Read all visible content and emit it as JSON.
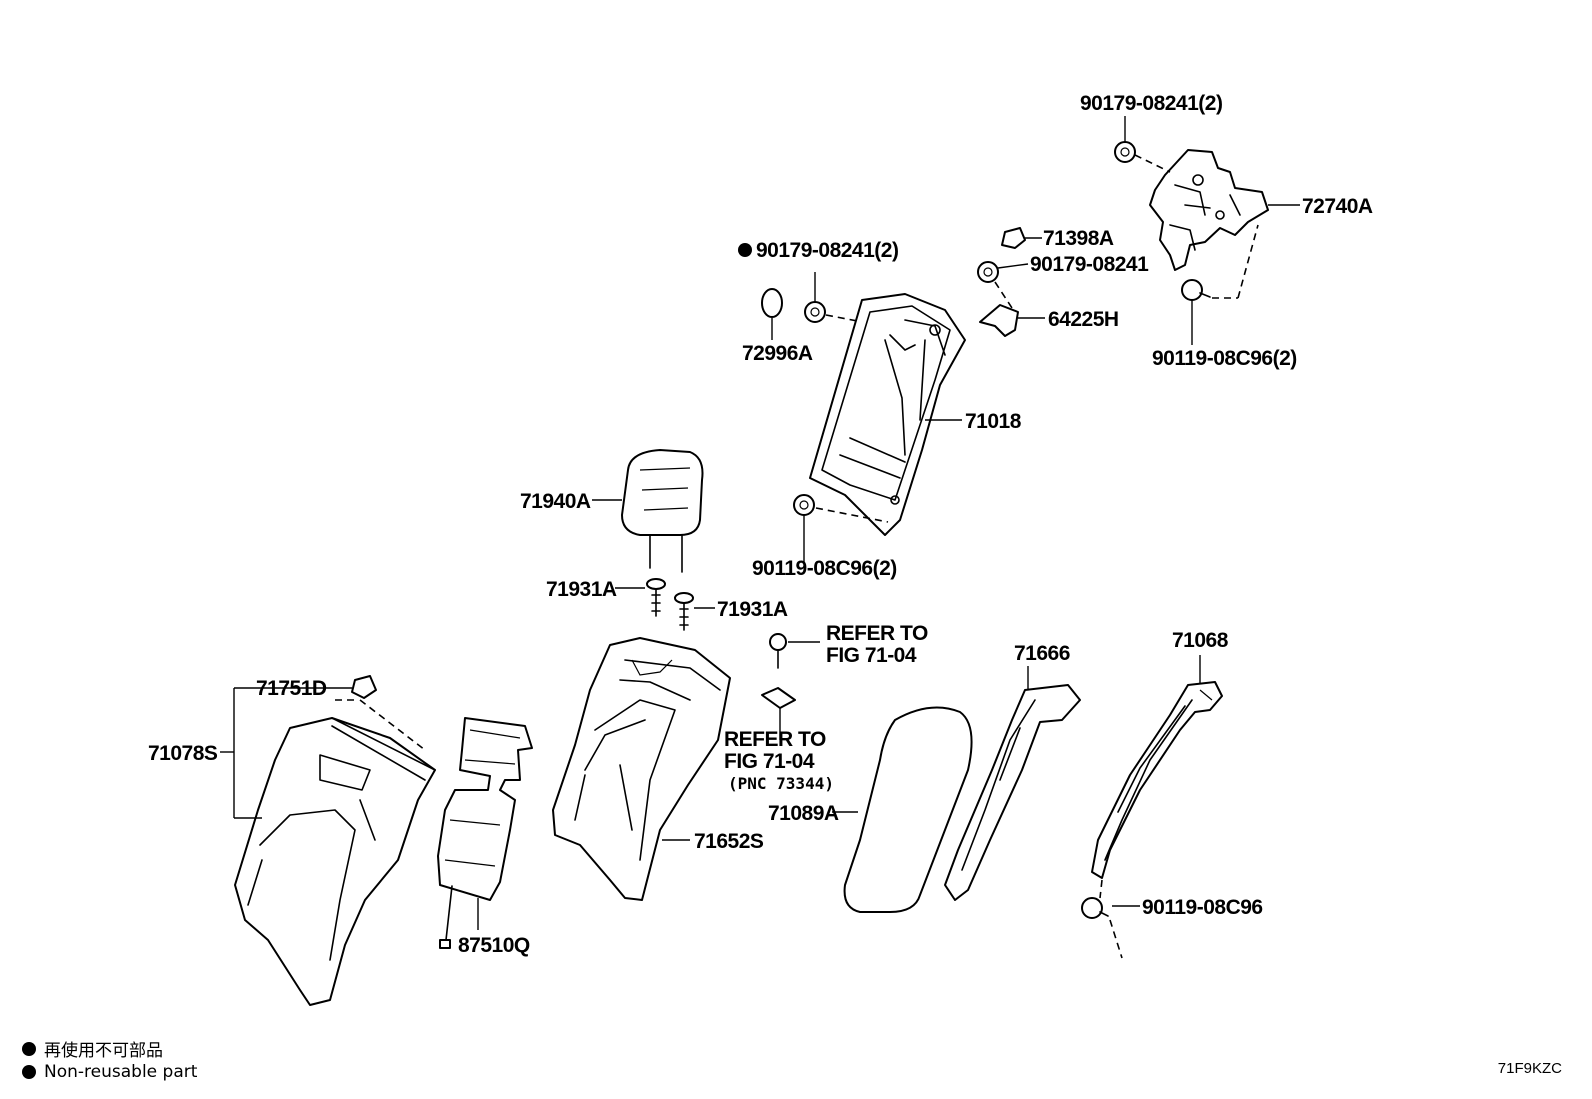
{
  "labels": {
    "p1": "90179-08241(2)",
    "p2": "72740A",
    "p3": "71398A",
    "p4": "90179-08241(2)",
    "p5": "90179-08241",
    "p6": "64225H",
    "p7": "72996A",
    "p8": "90119-08C96(2)",
    "p9": "71018",
    "p10": "71940A",
    "p11": "90119-08C96(2)",
    "p12": "71931A",
    "p13": "71931A",
    "p14a": "REFER TO",
    "p14b": "FIG 71-04",
    "p15": "71666",
    "p16": "71068",
    "p17": "71751D",
    "p18": "71078S",
    "p19a": "REFER TO",
    "p19b": "FIG 71-04",
    "p19c": "(PNC 73344)",
    "p20": "71089A",
    "p21": "71652S",
    "p22": "90119-08C96",
    "p23": "87510Q"
  },
  "legend": {
    "jp": "再使用不可部品",
    "en": "Non-reusable part"
  },
  "figure_code": "71F9KZC"
}
